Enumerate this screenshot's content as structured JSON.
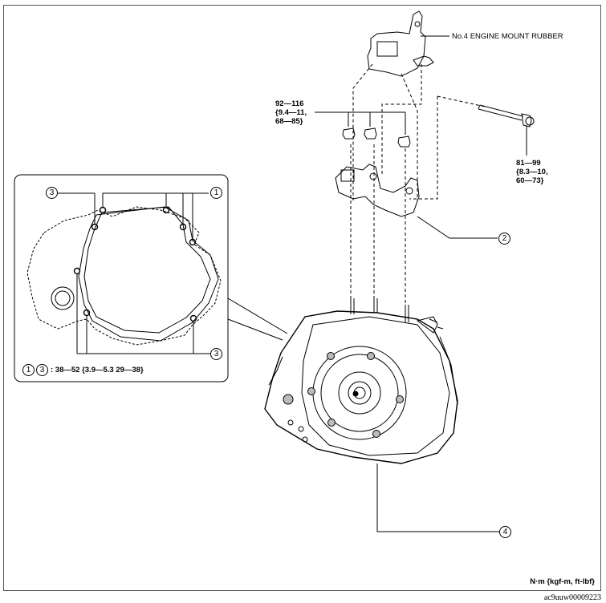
{
  "callouts": {
    "mount_rubber": "No.4 ENGINE MOUNT RUBBER",
    "part_2": "2",
    "part_4": "4",
    "bolt_1": "1",
    "bolt_3": "3"
  },
  "torques": {
    "nuts": [
      "92—116",
      "{9.4—11,",
      "68—85}"
    ],
    "through_bolt": [
      "81—99",
      "{8.3—10,",
      "60—73}"
    ],
    "inset_marker_1": "1",
    "inset_marker_3": "3",
    "inset_spec": ": 38—52 {3.9—5.3 29—38}"
  },
  "footer": {
    "units": "N·m {kgf-m, ft-lbf}",
    "reference": "ac9uuw00009223"
  }
}
